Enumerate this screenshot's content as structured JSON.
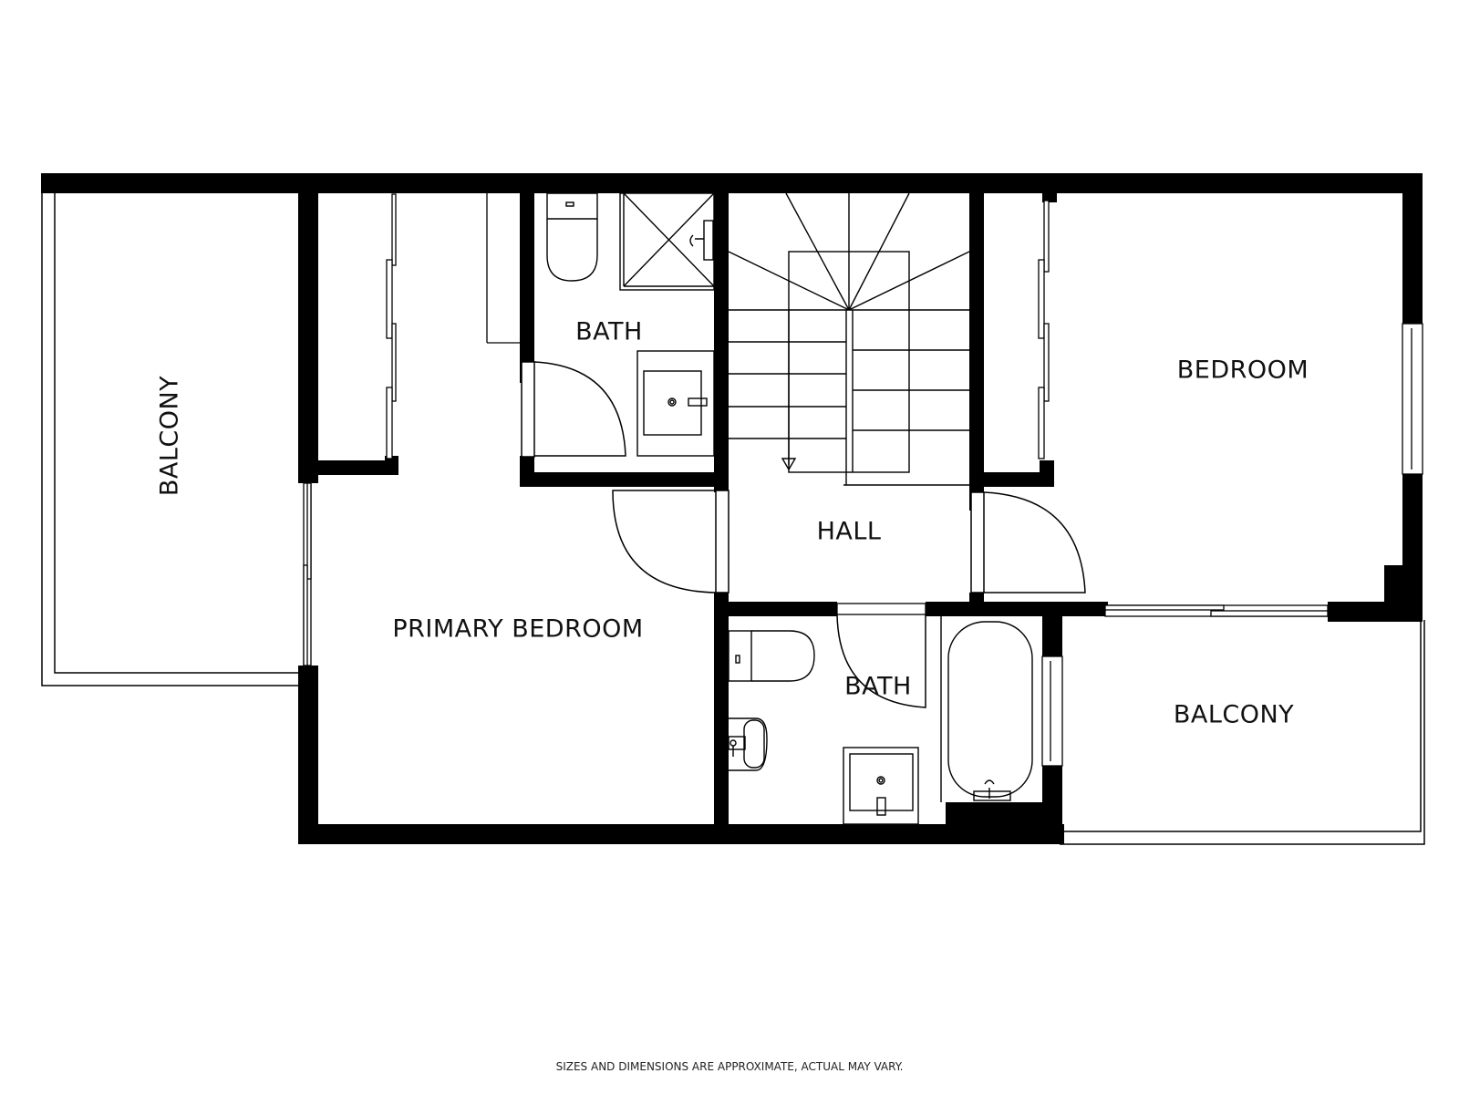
{
  "floorplan": {
    "colors": {
      "wall": "#000000",
      "line": "#000000",
      "background": "#ffffff",
      "text": "#111111"
    },
    "rooms": [
      {
        "id": "balcony-left",
        "label": "BALCONY",
        "orientation": "vertical"
      },
      {
        "id": "bath-upper",
        "label": "BATH"
      },
      {
        "id": "hall",
        "label": "HALL"
      },
      {
        "id": "bedroom",
        "label": "BEDROOM"
      },
      {
        "id": "primary-bedroom",
        "label": "PRIMARY BEDROOM"
      },
      {
        "id": "bath-lower",
        "label": "BATH"
      },
      {
        "id": "balcony-right",
        "label": "BALCONY"
      }
    ],
    "disclaimer": "SIZES AND DIMENSIONS ARE APPROXIMATE, ACTUAL MAY VARY."
  }
}
